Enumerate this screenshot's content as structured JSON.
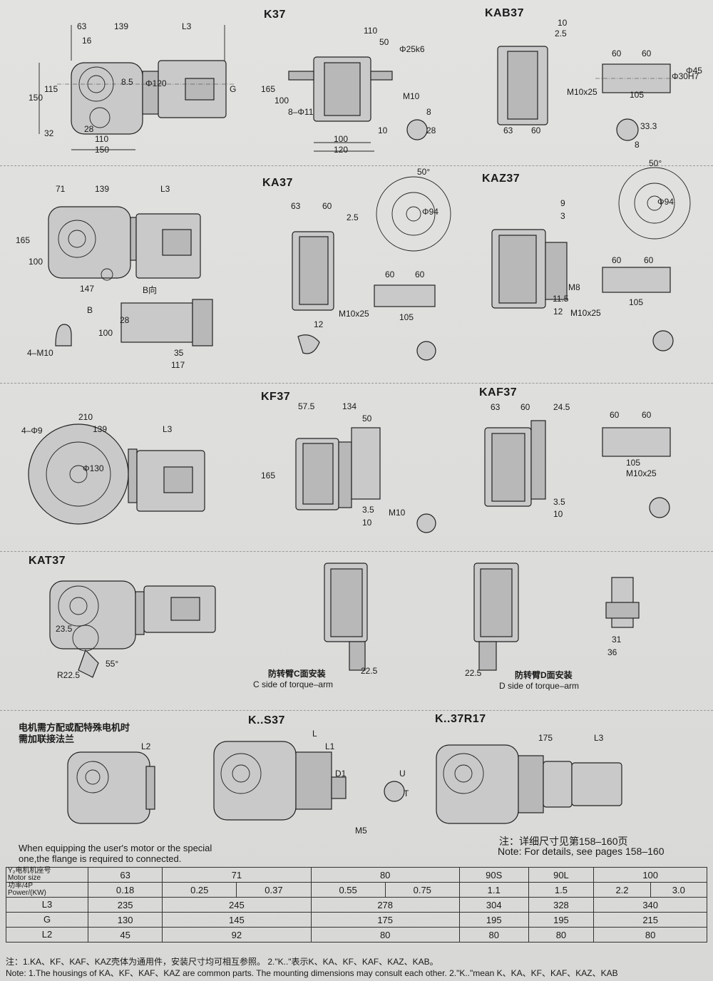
{
  "sections": {
    "k37": "K37",
    "kab37": "KAB37",
    "ka37": "KA37",
    "kaz37": "KAZ37",
    "kf37": "KF37",
    "kaf37": "KAF37",
    "kat37": "KAT37",
    "ks37": "K..S37",
    "k37r17": "K..37R17"
  },
  "dims": {
    "k37": {
      "d63": "63",
      "d139": "139",
      "l3": "L3",
      "d16": "16",
      "d150": "150",
      "d115": "115",
      "d32": "32",
      "d28": "28",
      "d110": "110",
      "d150b": "150",
      "d8_5": "8.5",
      "phi120": "Φ120",
      "g": "G",
      "d50": "50",
      "phi25k6": "Φ25k6",
      "d165": "165",
      "d100": "100",
      "phi11": "8–Φ11",
      "m10": "M10",
      "d8": "8",
      "d120": "120",
      "d10": "10"
    },
    "kab37": {
      "d10": "10",
      "d2_5": "2.5",
      "d60": "60",
      "m10x25": "M10x25",
      "d105": "105",
      "phi30h7": "Φ30H7",
      "phi45": "Φ45",
      "d63": "63",
      "d33_3": "33.3",
      "d8": "8"
    },
    "ka37": {
      "d71": "71",
      "d139": "139",
      "l3": "L3",
      "d165": "165",
      "d100": "100",
      "d147": "147",
      "b_dir": "B向",
      "b": "B",
      "d28": "28",
      "d35": "35",
      "d117": "117",
      "m4_10": "4–M10",
      "d63": "63",
      "d60": "60",
      "d2_5": "2.5",
      "deg50": "50°",
      "phi94": "Φ94",
      "m10x25": "M10x25",
      "d105": "105",
      "d12": "12"
    },
    "kaz37": {
      "d9": "9",
      "d3": "3",
      "deg50": "50°",
      "phi94": "Φ94",
      "d60": "60",
      "m8": "M8",
      "d11_5": "11.5",
      "d12": "12",
      "m10x25": "M10x25",
      "d105": "105"
    },
    "kf37": {
      "m4_phi9": "4–Φ9",
      "d210": "210",
      "d139": "139",
      "l3": "L3",
      "phi130": "Φ130",
      "d57_5": "57.5",
      "d134": "134",
      "d50": "50",
      "d165": "165",
      "d3_5": "3.5",
      "d10": "10",
      "m10": "M10"
    },
    "kaf37": {
      "d63": "63",
      "d60": "60",
      "d24_5": "24.5",
      "d105": "105",
      "m10x25": "M10x25",
      "d3_5": "3.5",
      "d10": "10"
    },
    "kat37": {
      "d23_5": "23.5",
      "deg55": "55°",
      "r22_5": "R22.5",
      "d22_5": "22.5",
      "d31": "31",
      "d36": "36"
    },
    "ks37": {
      "l": "L",
      "l1": "L1",
      "d1": "D1",
      "m5": "M5",
      "u": "U",
      "t": "T",
      "l2": "L2"
    },
    "k37r17": {
      "d175": "175",
      "l3": "L3"
    }
  },
  "torque_arm": {
    "c_cn": "防转臂C面安装",
    "c_en": "C side of torque–arm",
    "d_cn": "防转臂D面安装",
    "d_en": "D side of torque–arm"
  },
  "notes": {
    "flange_cn_1": "电机需方配或配特殊电机时",
    "flange_cn_2": "需加联接法兰",
    "flange_en_1": "When equipping the user's motor or the special",
    "flange_en_2": "one,the flange is required to connected.",
    "details_cn": "注：详细尺寸见第158–160页",
    "details_en": "Note: For details, see pages 158–160",
    "foot_cn": "注：1.KA、KF、KAF、KAZ壳体为通用件，安装尺寸均可相互参照。 2.\"K..\"表示K、KA、KF、KAF、KAZ、KAB。",
    "foot_en": "Note: 1.The housings of KA、KF、KAF、KAZ are common parts. The mounting dimensions may consult each other.   2.\"K..\"mean K、KA、KF、KAF、KAZ、KAB"
  },
  "table": {
    "motor_size_cn": "Y₂电机机座号",
    "motor_size_en": "Motor size",
    "power_cn": "功率/4P",
    "power_en": "Power/(KW)",
    "l3_label": "L3",
    "g_label": "G",
    "l2_label": "L2",
    "sizes": [
      "63",
      "71",
      "80",
      "90S",
      "90L",
      "100"
    ],
    "power": [
      "0.18",
      "0.25",
      "0.37",
      "0.55",
      "0.75",
      "1.1",
      "1.5",
      "2.2",
      "3.0"
    ],
    "l3": [
      "235",
      "245",
      "278",
      "304",
      "328",
      "340"
    ],
    "g": [
      "130",
      "145",
      "175",
      "195",
      "195",
      "215"
    ],
    "l2": [
      "45",
      "92",
      "80",
      "80",
      "80",
      "80"
    ]
  }
}
